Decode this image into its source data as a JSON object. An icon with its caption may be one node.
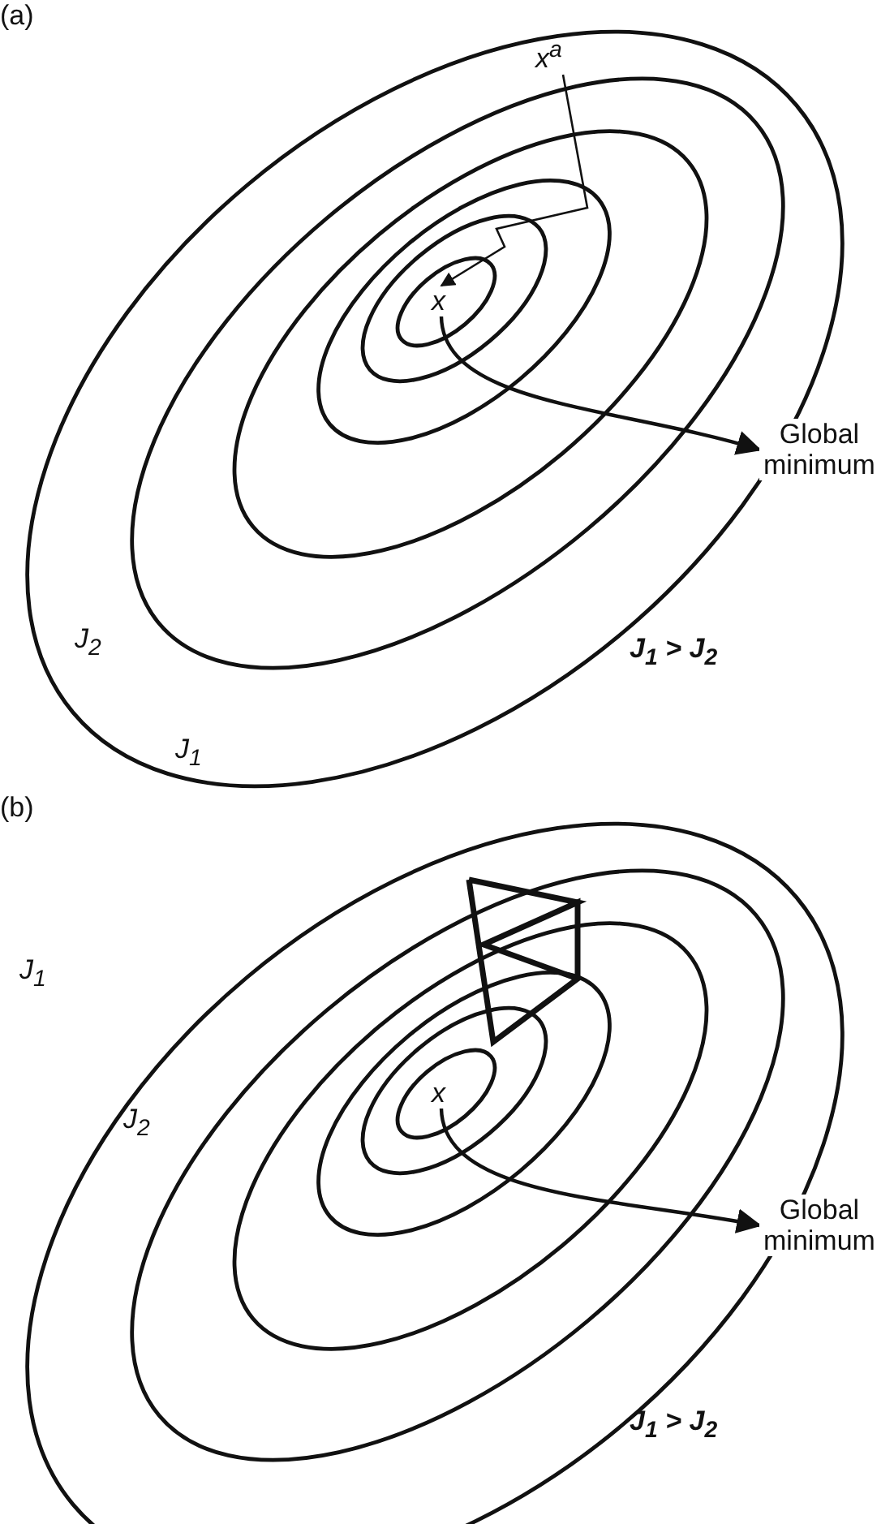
{
  "diagram": {
    "nodes": [
      {
        "text": [
          "x$^{a}$"
        ]
      },
      {
        "text": [
          "x"
        ]
      },
      {
        "text": [
          "Global minimum"
        ]
      },
      {
        "text": [
          "x"
        ]
      },
      {
        "text": [
          "Global minimum"
        ]
      }
    ],
    "edges": [
      {
        "from": 0,
        "to": 1,
        "arrow": "to"
      },
      {
        "from": 1,
        "to": 2,
        "arrow": "to"
      },
      {
        "from": 3,
        "to": 4,
        "arrow": "to"
      }
    ],
    "labels": [
      "(a)",
      "J$_{2}$",
      "J$_{1}$ > J$_{2}$",
      "J$_{1}$",
      "(b)",
      "J$_{1}$",
      "J$_{2}$",
      "J$_{1}$ > J$_{2}$"
    ]
  }
}
